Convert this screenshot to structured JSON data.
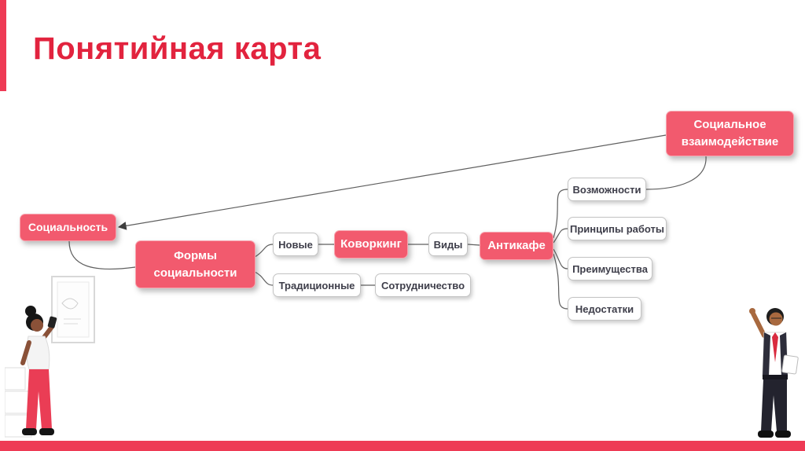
{
  "slide": {
    "title": "Понятийная карта"
  },
  "colors": {
    "title_red": "#e2233e",
    "node_primary_pink": "#f25a6e",
    "node_secondary_white": "#ffffff",
    "accent_bar_red": "#ee3a55",
    "connector_gray": "#5f5f5f"
  },
  "diagram": {
    "nodes": {
      "social_interaction": {
        "label": "Социальное взаимодействие",
        "type": "primary"
      },
      "sociality": {
        "label": "Социальность",
        "type": "primary"
      },
      "forms_of_sociality": {
        "label": "Формы социальности",
        "type": "primary"
      },
      "new": {
        "label": "Новые",
        "type": "secondary"
      },
      "coworking": {
        "label": "Коворкинг",
        "type": "primary"
      },
      "types": {
        "label": "Виды",
        "type": "secondary"
      },
      "anticafe": {
        "label": "Антикафе",
        "type": "primary"
      },
      "traditional": {
        "label": "Традиционные",
        "type": "secondary"
      },
      "cooperation": {
        "label": "Сотрудничество",
        "type": "secondary"
      },
      "opportunities": {
        "label": "Возможности",
        "type": "secondary"
      },
      "working_principles": {
        "label": "Принципы работы",
        "type": "secondary"
      },
      "advantages": {
        "label": "Преимущества",
        "type": "secondary"
      },
      "disadvantages": {
        "label": "Недостатки",
        "type": "secondary"
      }
    },
    "edges": [
      {
        "from": "social_interaction",
        "to": "sociality",
        "arrow": true
      },
      {
        "from": "sociality",
        "to": "forms_of_sociality"
      },
      {
        "from": "forms_of_sociality",
        "to": "new"
      },
      {
        "from": "forms_of_sociality",
        "to": "traditional"
      },
      {
        "from": "new",
        "to": "coworking"
      },
      {
        "from": "coworking",
        "to": "types"
      },
      {
        "from": "types",
        "to": "anticafe"
      },
      {
        "from": "traditional",
        "to": "cooperation"
      },
      {
        "from": "anticafe",
        "to": "opportunities"
      },
      {
        "from": "anticafe",
        "to": "working_principles"
      },
      {
        "from": "anticafe",
        "to": "advantages"
      },
      {
        "from": "anticafe",
        "to": "disadvantages"
      },
      {
        "from": "social_interaction",
        "to": "opportunities"
      }
    ]
  }
}
